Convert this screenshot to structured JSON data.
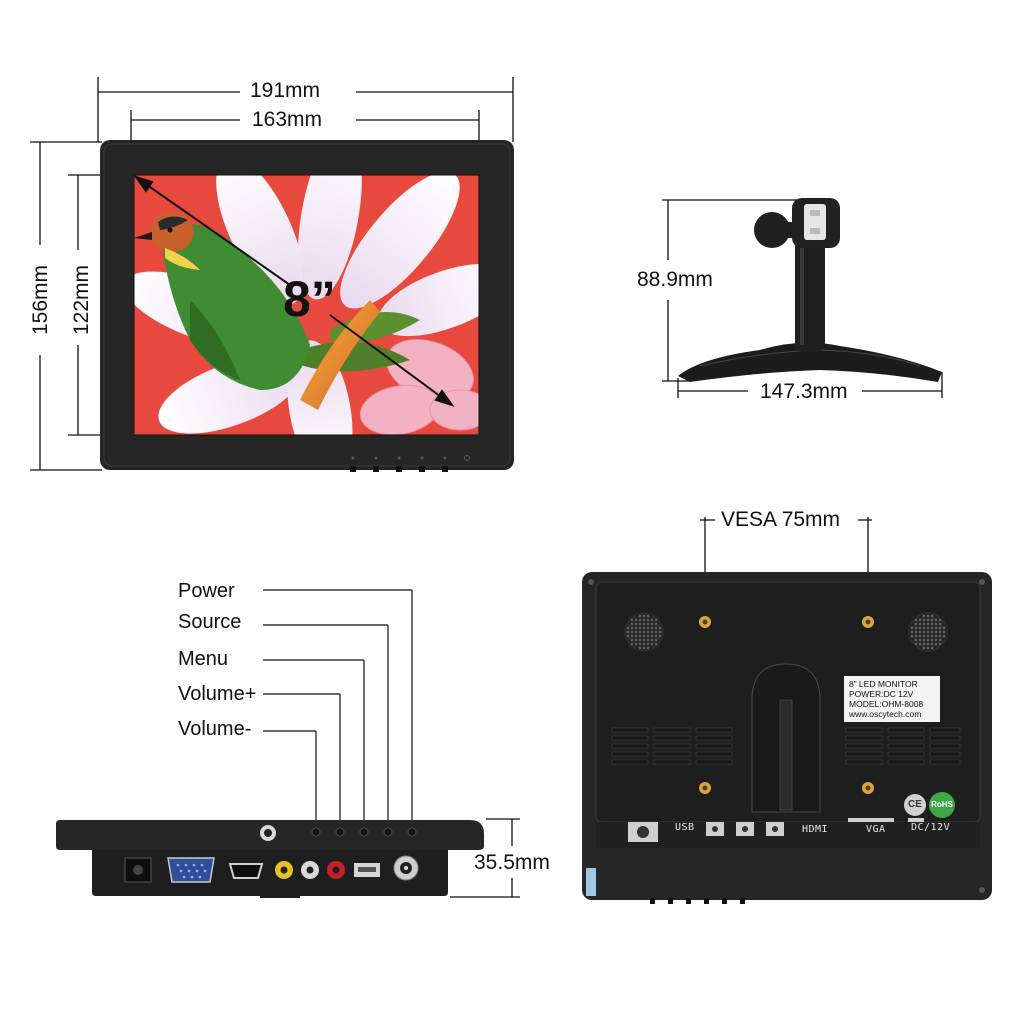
{
  "dimensions": {
    "overall_width": "191mm",
    "screen_width": "163mm",
    "overall_height": "156mm",
    "screen_height": "122mm",
    "diagonal": "8”",
    "stand_height": "88.9mm",
    "stand_width": "147.3mm",
    "vesa": "VESA 75mm",
    "depth": "35.5mm"
  },
  "buttons": {
    "power": "Power",
    "source": "Source",
    "menu": "Menu",
    "volume_up": "Volume+",
    "volume_down": "Volume-"
  },
  "rear_label": {
    "line1": "8” LED MONITOR",
    "line2": "POWER:DC 12V",
    "line3": "MODEL:OHM-8008",
    "line4": "www.oscytech.com"
  },
  "ports": {
    "usb": "USB",
    "hdmi": "HDMI",
    "vga": "VGA",
    "dc": "DC/12V"
  },
  "marks": {
    "ce": "CE",
    "rohs": "RoHS"
  },
  "colors": {
    "bezel": "#262626",
    "screen_bg": "#e8493f",
    "stand": "#1c1c1c",
    "vesa_hole": "#d9a441",
    "rca_yellow": "#e8c12a",
    "rca_red": "#c8202a",
    "vga_blue": "#2f4f9a"
  }
}
